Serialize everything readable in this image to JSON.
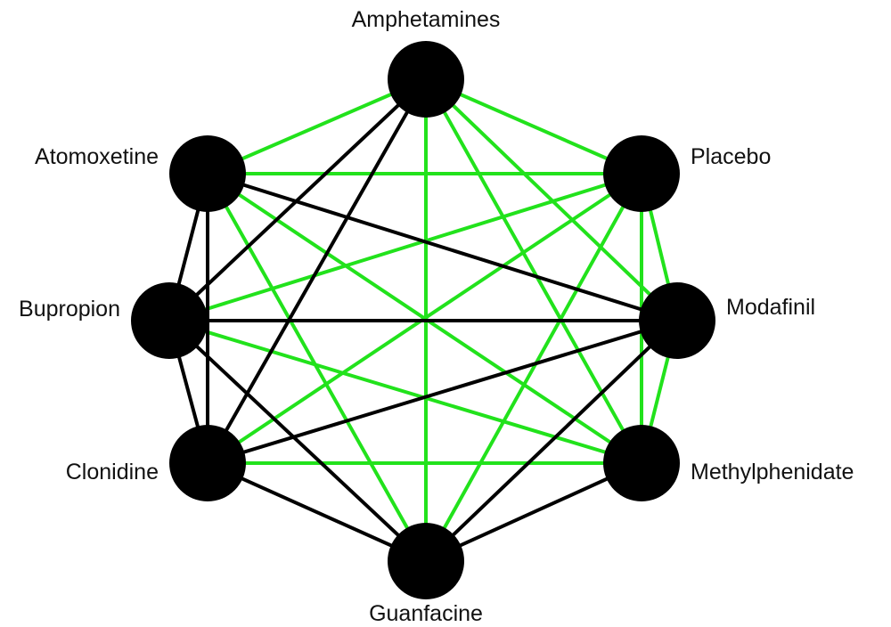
{
  "colors": {
    "background": "#ffffff",
    "node": "#000000",
    "edge_green": "#22e21c",
    "edge_black": "#000000",
    "label": "#111111"
  },
  "nodes": [
    {
      "id": "amphetamines",
      "label": "Amphetamines"
    },
    {
      "id": "placebo",
      "label": "Placebo"
    },
    {
      "id": "modafinil",
      "label": "Modafinil"
    },
    {
      "id": "methylphenidate",
      "label": "Methylphenidate"
    },
    {
      "id": "guanfacine",
      "label": "Guanfacine"
    },
    {
      "id": "clonidine",
      "label": "Clonidine"
    },
    {
      "id": "bupropion",
      "label": "Bupropion"
    },
    {
      "id": "atomoxetine",
      "label": "Atomoxetine"
    }
  ],
  "edges": [
    {
      "source": "amphetamines",
      "target": "atomoxetine",
      "type": "green"
    },
    {
      "source": "amphetamines",
      "target": "placebo",
      "type": "green"
    },
    {
      "source": "amphetamines",
      "target": "modafinil",
      "type": "green"
    },
    {
      "source": "amphetamines",
      "target": "methylphenidate",
      "type": "green"
    },
    {
      "source": "amphetamines",
      "target": "guanfacine",
      "type": "green"
    },
    {
      "source": "amphetamines",
      "target": "bupropion",
      "type": "black"
    },
    {
      "source": "amphetamines",
      "target": "clonidine",
      "type": "black"
    },
    {
      "source": "atomoxetine",
      "target": "placebo",
      "type": "green"
    },
    {
      "source": "atomoxetine",
      "target": "methylphenidate",
      "type": "green"
    },
    {
      "source": "atomoxetine",
      "target": "guanfacine",
      "type": "green"
    },
    {
      "source": "atomoxetine",
      "target": "modafinil",
      "type": "black"
    },
    {
      "source": "atomoxetine",
      "target": "bupropion",
      "type": "black"
    },
    {
      "source": "atomoxetine",
      "target": "clonidine",
      "type": "black"
    },
    {
      "source": "placebo",
      "target": "bupropion",
      "type": "green"
    },
    {
      "source": "placebo",
      "target": "clonidine",
      "type": "green"
    },
    {
      "source": "placebo",
      "target": "guanfacine",
      "type": "green"
    },
    {
      "source": "placebo",
      "target": "modafinil",
      "type": "green"
    },
    {
      "source": "placebo",
      "target": "methylphenidate",
      "type": "green"
    },
    {
      "source": "bupropion",
      "target": "methylphenidate",
      "type": "green"
    },
    {
      "source": "bupropion",
      "target": "modafinil",
      "type": "black"
    },
    {
      "source": "bupropion",
      "target": "clonidine",
      "type": "black"
    },
    {
      "source": "bupropion",
      "target": "guanfacine",
      "type": "black"
    },
    {
      "source": "clonidine",
      "target": "methylphenidate",
      "type": "green"
    },
    {
      "source": "clonidine",
      "target": "modafinil",
      "type": "black"
    },
    {
      "source": "clonidine",
      "target": "guanfacine",
      "type": "black"
    },
    {
      "source": "modafinil",
      "target": "methylphenidate",
      "type": "green"
    },
    {
      "source": "modafinil",
      "target": "guanfacine",
      "type": "black"
    },
    {
      "source": "methylphenidate",
      "target": "guanfacine",
      "type": "black"
    }
  ]
}
